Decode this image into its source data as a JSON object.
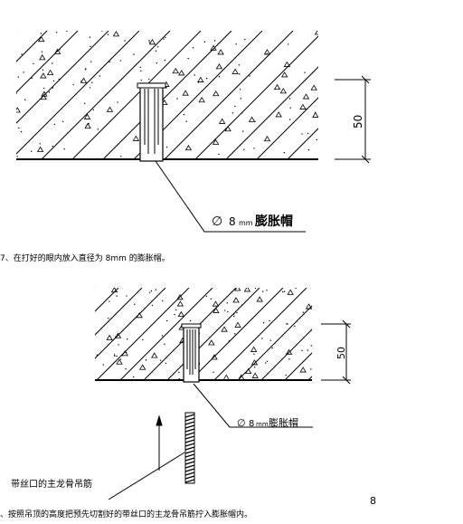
{
  "figure1": {
    "dimension": "50",
    "callout_diameter": "∅",
    "callout_size": "8",
    "callout_unit": "mm",
    "callout_name": "膨胀帽"
  },
  "step7": {
    "text": "7、在打好的眼内放入直径为 8mm 的膨胀帽。"
  },
  "figure2": {
    "dimension": "50",
    "callout_diameter": "∅",
    "callout_size": "8",
    "callout_unit": "mm",
    "callout_name": "膨胀帽",
    "rebar_label": "带丝口的主龙骨吊筋"
  },
  "page_number": "8",
  "step8": {
    "text": "、按照吊顶的高度把预先切割好的带丝口的主龙骨吊筋拧入膨胀帽内。"
  }
}
